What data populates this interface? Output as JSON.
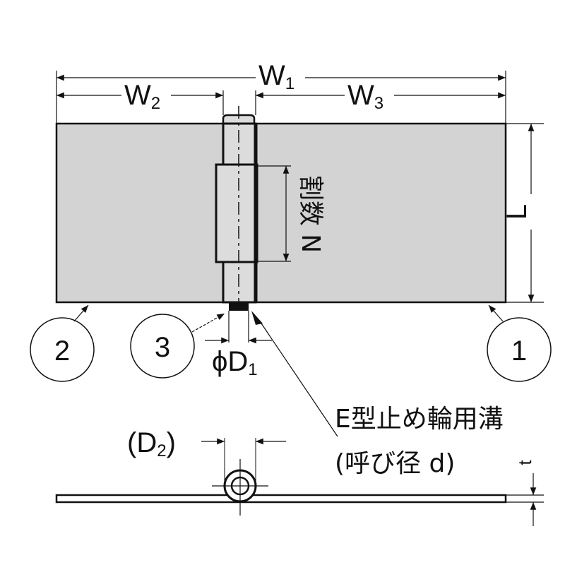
{
  "dimensions": {
    "w1": {
      "main": "W",
      "sub": "1"
    },
    "w2": {
      "main": "W",
      "sub": "2"
    },
    "w3": {
      "main": "W",
      "sub": "3"
    },
    "l": "L",
    "n": "割数 N",
    "d1": {
      "main": "ϕD",
      "sub": "1"
    },
    "d2": {
      "open": "(D",
      "sub": "2",
      "close": ")"
    },
    "t": "t"
  },
  "callouts": {
    "one": "1",
    "two": "2",
    "three": "3"
  },
  "note": {
    "line1": "E型止め輪用溝",
    "line2": "(呼び径 d)"
  },
  "colors": {
    "plate": "#d3d3d3",
    "line": "#111111"
  }
}
